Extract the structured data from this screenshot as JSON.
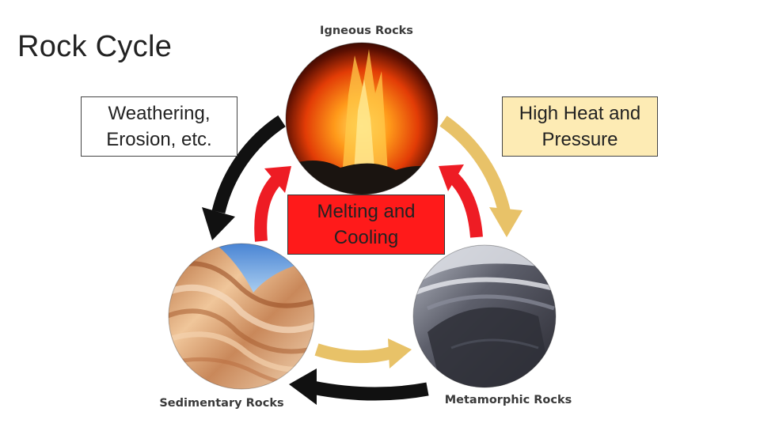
{
  "title": "Rock Cycle",
  "nodes": {
    "igneous": {
      "label": "Igneous Rocks"
    },
    "sedimentary": {
      "label": "Sedimentary Rocks"
    },
    "metamorphic": {
      "label": "Metamorphic Rocks"
    }
  },
  "processes": {
    "weathering": "Weathering,\nErosion, etc.",
    "heat": "High Heat and\nPressure",
    "melting": "Melting and\nCooling"
  },
  "colors": {
    "outer_arrow": "#111111",
    "inner_arrow": "#e8c268",
    "melt_arrow": "#ee1c24",
    "heat_box": "#fdebb4",
    "melt_box": "#ff1a1a"
  }
}
